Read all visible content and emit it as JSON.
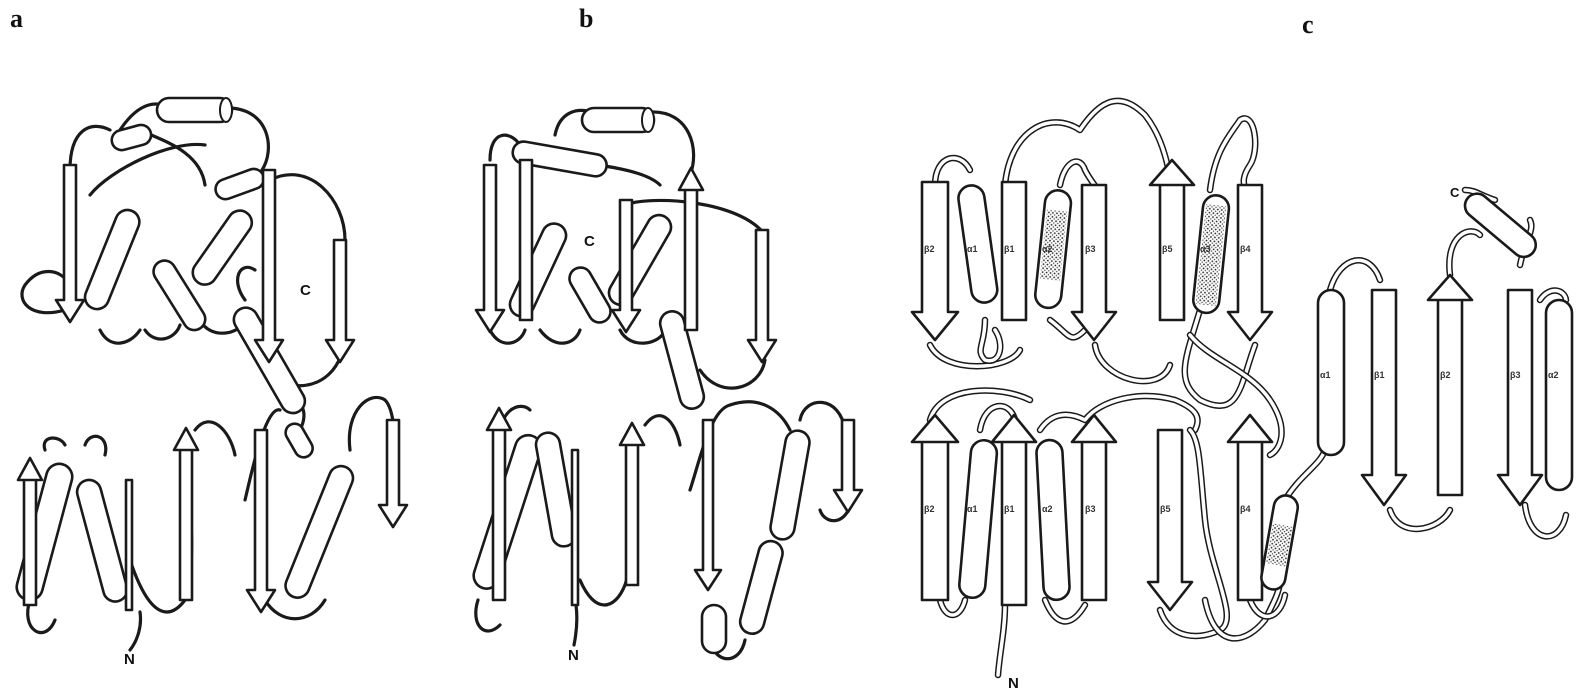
{
  "panels": {
    "a": {
      "label": "a",
      "c_terminus": "C",
      "n_terminus": "N"
    },
    "b": {
      "label": "b",
      "c_terminus": "C",
      "n_terminus": "N"
    },
    "c": {
      "label": "c",
      "c_terminus": "C",
      "n_terminus": "N"
    }
  },
  "panel_c_strand_labels_top": [
    "β2",
    "α1",
    "β1",
    "α2",
    "β3",
    "β5",
    "α3",
    "β4"
  ],
  "panel_c_strand_labels_bottom": [
    "β2",
    "α1",
    "β1",
    "α2",
    "β3",
    "β5",
    "β4"
  ],
  "panel_c_strand_labels_right": [
    "α1",
    "β1",
    "β2",
    "β3",
    "α2"
  ]
}
